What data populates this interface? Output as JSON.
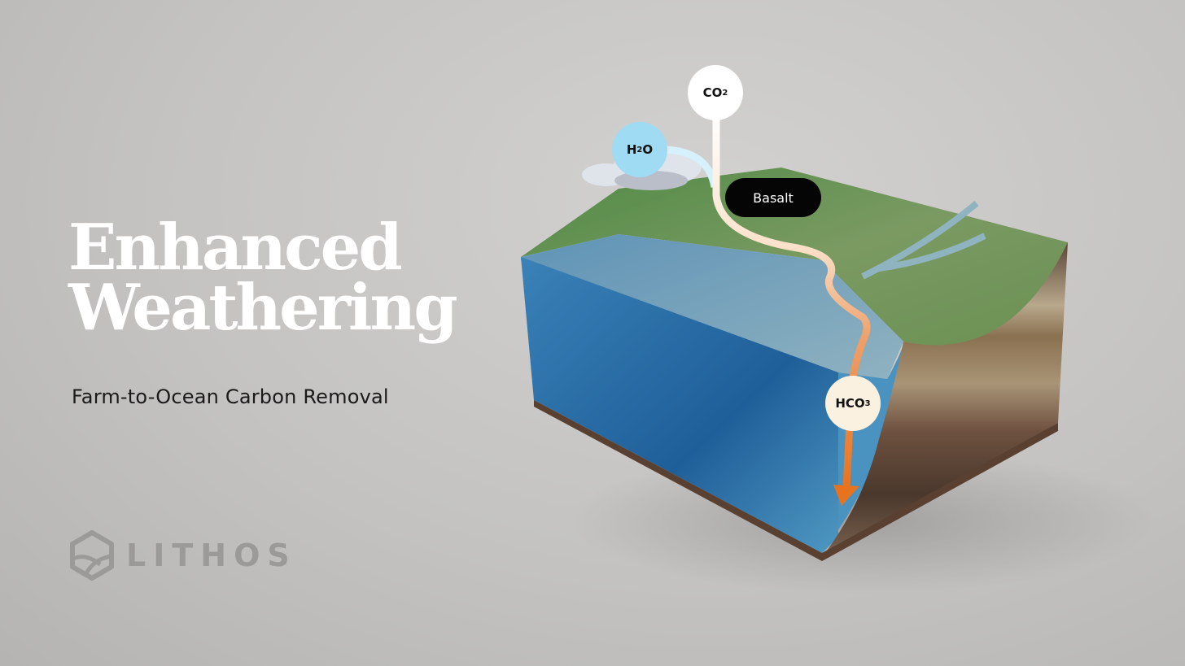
{
  "title": {
    "line1": "Enhanced",
    "line2": "Weathering"
  },
  "subtitle": "Farm-to-Ocean Carbon Removal",
  "logo": {
    "text": "LITHOS",
    "icon": "hexagon-hills-icon"
  },
  "diagram": {
    "nodes": [
      {
        "id": "co2",
        "label": "CO",
        "sub": "2",
        "color": "#ffffff"
      },
      {
        "id": "h2o",
        "label_pre": "H",
        "sub": "2",
        "label_post": "O",
        "color": "#9fdcf3"
      },
      {
        "id": "hco3",
        "label": "HCO",
        "sub": "3",
        "color": "#fbf1e0"
      }
    ],
    "pill": {
      "label": "Basalt",
      "color": "#050505"
    },
    "colors": {
      "arrow_start": "#ffffff",
      "arrow_end": "#e8731f",
      "ocean": "#2a6fa6",
      "land": "#5f8f4d",
      "soil": "#6b5240"
    }
  }
}
